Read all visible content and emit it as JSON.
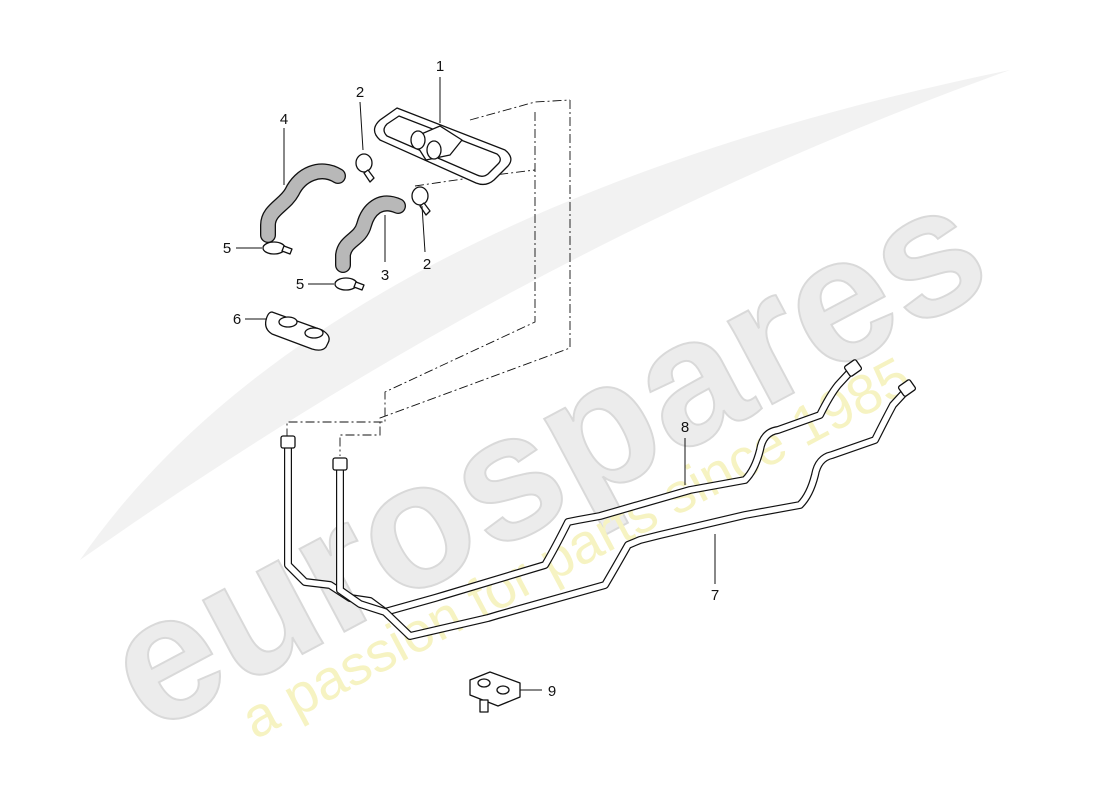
{
  "watermark": {
    "brand": "eurospares",
    "tagline": "a passion for parts since 1985"
  },
  "callouts": {
    "c1": "1",
    "c2a": "2",
    "c2b": "2",
    "c3": "3",
    "c4": "4",
    "c5a": "5",
    "c5b": "5",
    "c6": "6",
    "c7": "7",
    "c8": "8",
    "c9": "9"
  }
}
